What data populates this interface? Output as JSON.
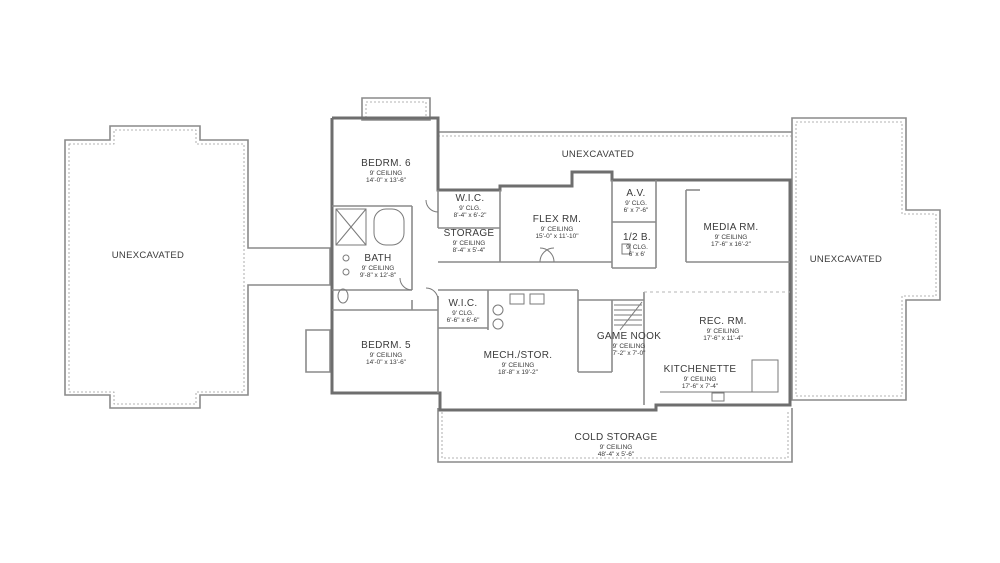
{
  "rooms": {
    "unexcavated_left": {
      "name": "UNEXCAVATED"
    },
    "unexcavated_top": {
      "name": "UNEXCAVATED"
    },
    "unexcavated_right": {
      "name": "UNEXCAVATED"
    },
    "bedrm6": {
      "name": "BEDRM. 6",
      "ceiling": "9' CEILING",
      "size": "14'-0\" x 13'-6\""
    },
    "wic_top": {
      "name": "W.I.C.",
      "ceiling": "9' CLG.",
      "size": "8'-4\" x 6'-2\""
    },
    "storage": {
      "name": "STORAGE",
      "ceiling": "9' CEILING",
      "size": "8'-4\" x 5'-4\""
    },
    "flex": {
      "name": "FLEX RM.",
      "ceiling": "9' CEILING",
      "size": "15'-0\" x 11'-10\""
    },
    "av": {
      "name": "A.V.",
      "ceiling": "9' CLG.",
      "size": "6' x 7'-6\""
    },
    "half_bath": {
      "name": "1/2 B.",
      "ceiling": "9' CLG.",
      "size": "6' x 6'"
    },
    "media": {
      "name": "MEDIA RM.",
      "ceiling": "9' CEILING",
      "size": "17'-6\" x 16'-2\""
    },
    "bath": {
      "name": "BATH",
      "ceiling": "9' CEILING",
      "size": "9'-8\" x 12'-8\""
    },
    "wic_bottom": {
      "name": "W.I.C.",
      "ceiling": "9' CLG.",
      "size": "6'-6\" x 6'-6\""
    },
    "bedrm5": {
      "name": "BEDRM. 5",
      "ceiling": "9' CEILING",
      "size": "14'-0\" x 13'-6\""
    },
    "mech": {
      "name": "MECH./STOR.",
      "ceiling": "9' CEILING",
      "size": "18'-8\" x 19'-2\""
    },
    "game_nook": {
      "name": "GAME NOOK",
      "ceiling": "9' CEILING",
      "size": "7'-2\" x 7'-0\""
    },
    "rec": {
      "name": "REC. RM.",
      "ceiling": "9' CEILING",
      "size": "17'-6\" x 11'-4\""
    },
    "kitchenette": {
      "name": "KITCHENETTE",
      "ceiling": "9' CEILING",
      "size": "17'-6\" x 7'-4\""
    },
    "cold_storage": {
      "name": "COLD STORAGE",
      "ceiling": "9' CEILING",
      "size": "48'-4\" x 5'-6\""
    }
  }
}
